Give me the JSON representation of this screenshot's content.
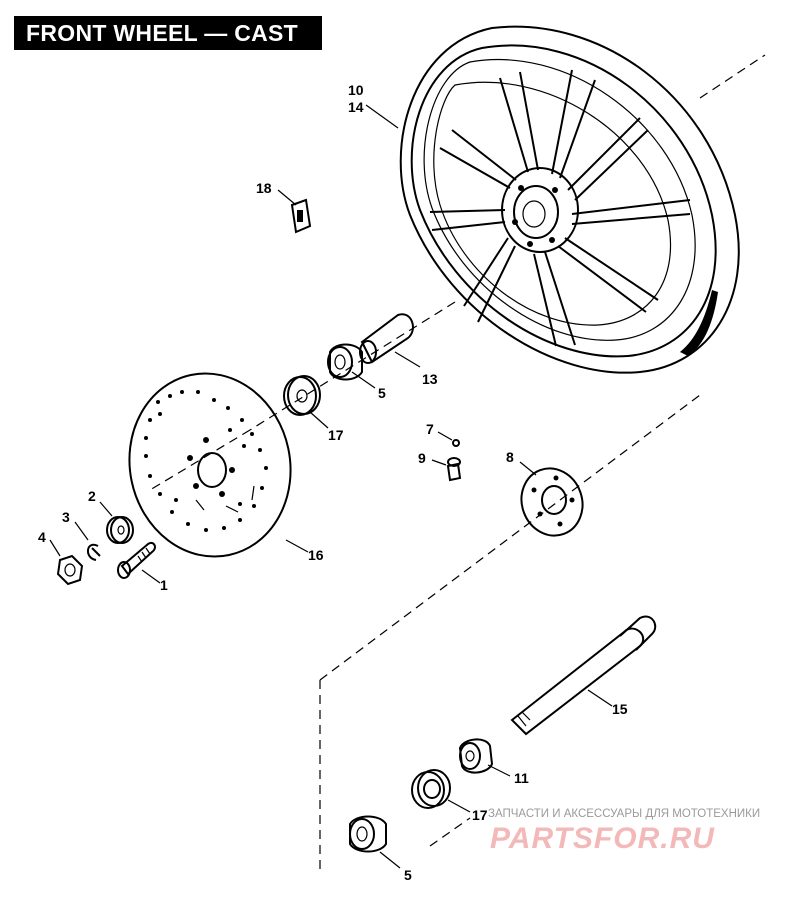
{
  "title": "FRONT WHEEL — CAST",
  "callouts": [
    {
      "id": "label-10",
      "text": "10"
    },
    {
      "id": "label-14",
      "text": "14"
    },
    {
      "id": "label-18",
      "text": "18"
    },
    {
      "id": "label-13",
      "text": "13"
    },
    {
      "id": "label-5a",
      "text": "5"
    },
    {
      "id": "label-17a",
      "text": "17"
    },
    {
      "id": "label-7",
      "text": "7"
    },
    {
      "id": "label-9",
      "text": "9"
    },
    {
      "id": "label-8",
      "text": "8"
    },
    {
      "id": "label-2",
      "text": "2"
    },
    {
      "id": "label-3",
      "text": "3"
    },
    {
      "id": "label-4",
      "text": "4"
    },
    {
      "id": "label-1",
      "text": "1"
    },
    {
      "id": "label-16",
      "text": "16"
    },
    {
      "id": "label-15",
      "text": "15"
    },
    {
      "id": "label-11",
      "text": "11"
    },
    {
      "id": "label-17b",
      "text": "17"
    },
    {
      "id": "label-5b",
      "text": "5"
    }
  ],
  "watermark": {
    "subtitle": "ЗАПЧАСТИ И АКСЕССУАРЫ ДЛЯ МОТОТЕХНИКИ",
    "logo": "PARTSFOR.RU"
  }
}
